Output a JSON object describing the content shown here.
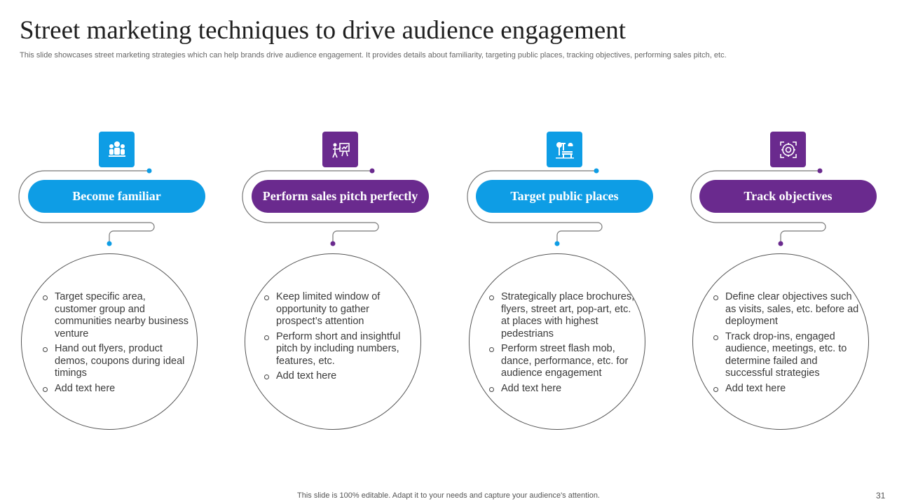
{
  "slide": {
    "title": "Street marketing techniques to drive audience engagement",
    "subtitle": "This slide showcases street marketing strategies which can help brands drive audience engagement. It provides details about familiarity, targeting public places, tracking objectives, performing sales pitch, etc.",
    "footer": "This slide is 100% editable. Adapt it to your needs and capture your audience's attention.",
    "page_number": "31"
  },
  "colors": {
    "blue": "#0e9de5",
    "purple": "#6a2a8e"
  },
  "cards": [
    {
      "icon": "team-icon",
      "heading": "Become familiar",
      "bullets": [
        "Target specific area, customer group and communities nearby business venture",
        "Hand out flyers, product demos, coupons during ideal timings",
        "Add text here"
      ]
    },
    {
      "icon": "presentation-icon",
      "heading": "Perform sales pitch perfectly",
      "bullets": [
        "Keep limited window of opportunity to gather prospect’s attention",
        "Perform short and insightful pitch by including numbers, features, etc.",
        "Add text here"
      ]
    },
    {
      "icon": "park-bench-icon",
      "heading": "Target public places",
      "bullets": [
        "Strategically place brochures, flyers, street art, pop-art, etc. at places with highest pedestrians",
        "Perform street flash mob, dance, performance, etc. for audience engagement",
        "Add text here"
      ]
    },
    {
      "icon": "target-icon",
      "heading": "Track objectives",
      "bullets": [
        "Define clear objectives such as visits, sales, etc. before ad deployment",
        "Track drop-ins, engaged audience, meetings, etc. to determine failed and successful strategies",
        "Add text here"
      ]
    }
  ]
}
